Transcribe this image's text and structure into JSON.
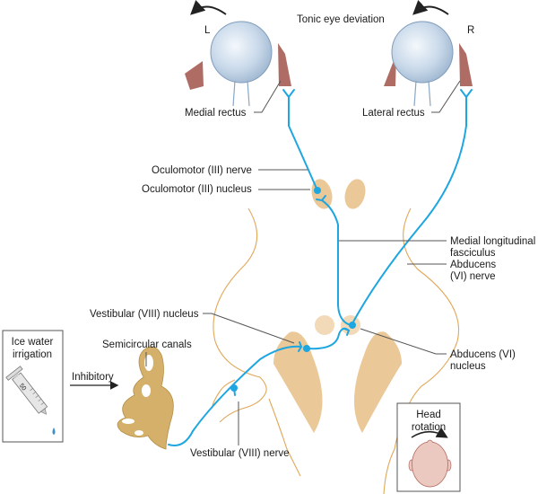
{
  "title": "Tonic eye deviation",
  "eyes": {
    "left_label": "L",
    "right_label": "R"
  },
  "labels": {
    "medial_rectus": "Medial rectus",
    "lateral_rectus": "Lateral rectus",
    "oculomotor_nerve": "Oculomotor (III) nerve",
    "oculomotor_nucleus": "Oculomotor (III) nucleus",
    "mlf_line1": "Medial longitudinal",
    "mlf_line2": "fasciculus",
    "abducens_nerve_line1": "Abducens",
    "abducens_nerve_line2": "(VI) nerve",
    "vestibular_nucleus": "Vestibular (VIII) nucleus",
    "semicircular_canals": "Semicircular canals",
    "inhibitory": "Inhibitory",
    "abducens_nucleus_line1": "Abducens (VI)",
    "abducens_nucleus_line2": "nucleus",
    "vestibular_nerve": "Vestibular (VIII) nerve"
  },
  "ice_box": {
    "line1": "Ice water",
    "line2": "irrigation",
    "syringe_mark": "50"
  },
  "head_box": {
    "line1": "Head",
    "line2": "rotation"
  },
  "colors": {
    "nerve": "#1ea6e0",
    "nucleus": "#ebc898",
    "brainstem_outline": "#e0a85a",
    "muscle": "#a0524a",
    "eyeball": "#c9d9ea",
    "inner_ear": "#d4b06a",
    "head": "#ebc9c0"
  }
}
